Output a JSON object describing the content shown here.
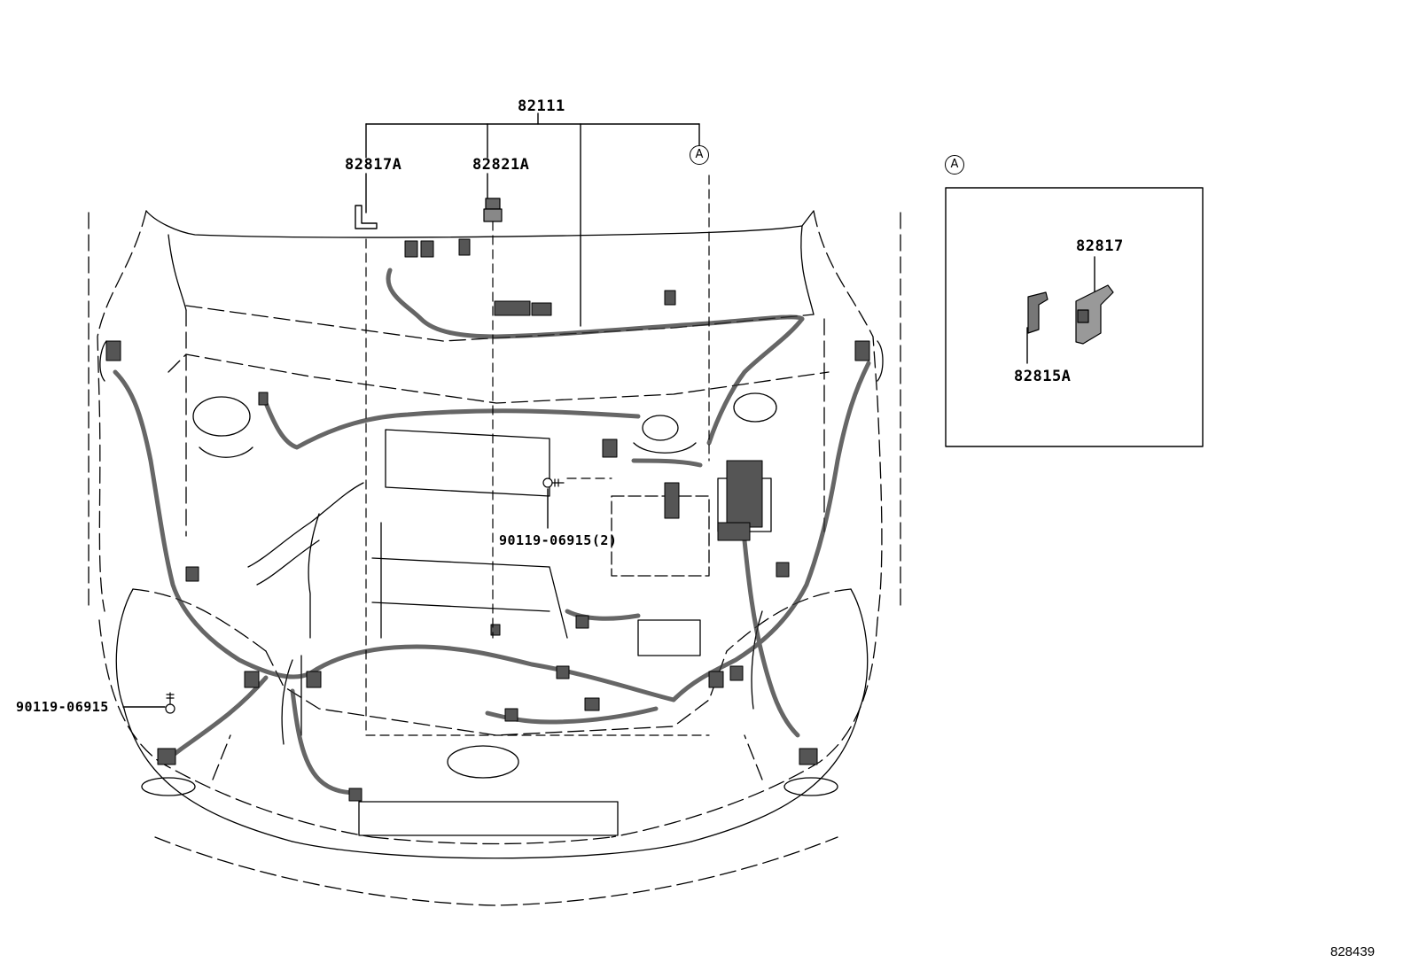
{
  "callouts": {
    "harness_main": "82111",
    "clamp_82817a": "82817A",
    "connector_82821a": "82821A",
    "bolt_center": "90119-06915(2)",
    "bolt_left": "90119-06915",
    "inset_82817": "82817",
    "inset_82815a": "82815A"
  },
  "reference_marker": "A",
  "inset_marker": "A",
  "diagram_id": "828439",
  "colors": {
    "line": "#000000",
    "harness_fill": "#8a8a8a",
    "background": "#ffffff"
  }
}
